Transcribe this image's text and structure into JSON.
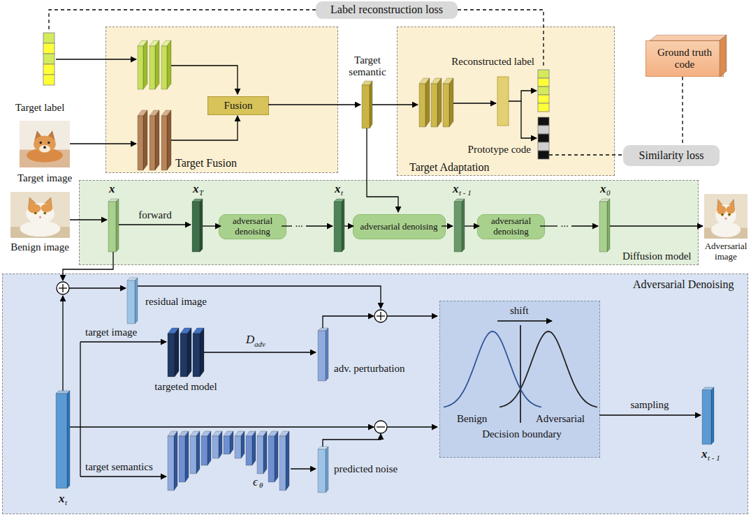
{
  "diagram": {
    "nodes": [
      {
        "text": [
          "Label reconstruction loss"
        ]
      },
      {
        "text": [
          "Target Fusion"
        ]
      },
      {
        "text": [
          "Fusion"
        ],
        "in": 1
      },
      {
        "text": [
          "Target Adaptation"
        ]
      },
      {
        "text": [
          "Ground truth code"
        ]
      },
      {
        "text": [
          "Similarity loss"
        ]
      },
      {
        "text": [
          "Diffusion model"
        ]
      },
      {
        "text": [
          "adversarial denoising"
        ],
        "in": 6
      },
      {
        "text": [
          "adversarial denoising"
        ],
        "in": 6
      },
      {
        "text": [
          "adversarial denoising"
        ],
        "in": 6
      },
      {
        "text": [
          "Adversarial Denoising"
        ]
      },
      {
        "text": [
          "shift",
          "Benign",
          "Adversarial",
          "Decision boundary"
        ],
        "in": 10
      }
    ],
    "edges": [
      {
        "from": 4,
        "to": 5,
        "arrow": "none"
      }
    ],
    "labels": [
      "Target label",
      "Target image",
      "Target semantic",
      "Reconstructed label",
      "Prototype code",
      "Benign image",
      "x",
      "forward",
      "x",
      "T",
      "...",
      "x",
      "t",
      "x",
      "t - 1",
      "...",
      "x",
      "0",
      "Adversarial image",
      "residual image",
      "target image",
      "targeted model",
      "D",
      "adv",
      "adv. perturbation",
      "target semantics",
      "ϵ",
      "θ",
      "predicted noise",
      "x",
      "t",
      "sampling",
      "x",
      "t - 1"
    ]
  }
}
